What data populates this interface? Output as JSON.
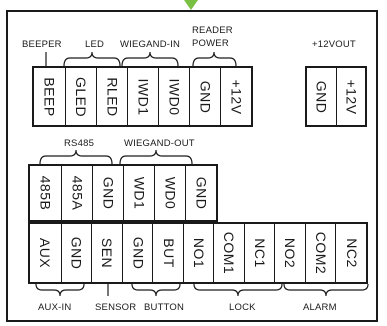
{
  "groups": {
    "beeper": "BEEPER",
    "led": "LED",
    "wiegand_in": "WIEGAND-IN",
    "reader_power_1": "READER",
    "reader_power_2": "POWER",
    "vout": "+12VOUT",
    "rs485": "RS485",
    "wiegand_out": "WIEGAND-OUT",
    "aux_in": "AUX-IN",
    "sensor": "SENSOR",
    "button": "BUTTON",
    "lock": "LOCK",
    "alarm": "ALARM"
  },
  "block1": [
    "BEEP",
    "GLED",
    "RLED",
    "IWD1",
    "IWD0",
    "GND",
    "+12V"
  ],
  "block2": [
    "GND",
    "+12V"
  ],
  "block3": [
    "485B",
    "485A",
    "GND",
    "WD1",
    "WD0",
    "GND"
  ],
  "block4": [
    "AUX",
    "GND",
    "SEN",
    "GND",
    "BUT",
    "NO1",
    "COM1",
    "NC1",
    "NO2",
    "COM2",
    "NC2"
  ],
  "colors": {
    "outline": "#1a1a1a",
    "marker": "#7ac143"
  }
}
